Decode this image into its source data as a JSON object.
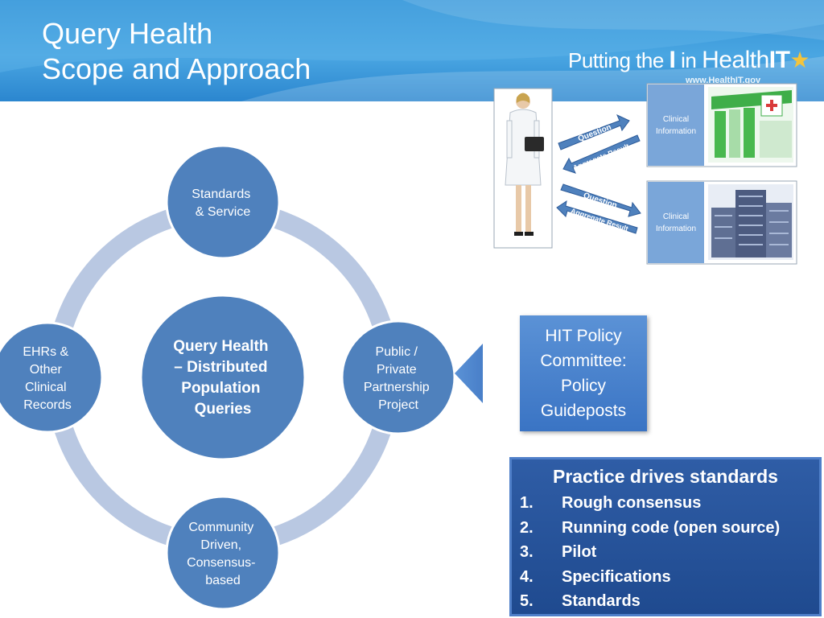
{
  "header": {
    "title_line1": "Query Health",
    "title_line2": "Scope and Approach"
  },
  "logo": {
    "pre": "Putting the ",
    "i": "I",
    "mid": " in ",
    "health": "Health",
    "it": "IT",
    "url": "www.HealthIT.gov"
  },
  "cycle": {
    "center": [
      "Query Health",
      "– Distributed",
      "Population",
      "Queries"
    ],
    "nodes": [
      {
        "lines": [
          "Standards",
          "& Service"
        ]
      },
      {
        "lines": [
          "Public /",
          "Private",
          "Partnership",
          "Project"
        ]
      },
      {
        "lines": [
          "Community",
          "Driven,",
          "Consensus-",
          "based"
        ]
      },
      {
        "lines": [
          "EHRs &",
          "Other",
          "Clinical",
          "Records"
        ]
      }
    ]
  },
  "policy_box": {
    "line1": "HIT Policy",
    "line2": "Committee:",
    "line3": "Policy",
    "line4": "Guideposts"
  },
  "practice": {
    "title": "Practice drives standards",
    "items": [
      {
        "num": "1.",
        "text": "Rough consensus"
      },
      {
        "num": "2.",
        "text": "Running code (open source)"
      },
      {
        "num": "3.",
        "text": "Pilot"
      },
      {
        "num": "4.",
        "text": "Specifications"
      },
      {
        "num": "5.",
        "text": "Standards"
      }
    ]
  },
  "illustration": {
    "panel1_line1": "Clinical",
    "panel1_line2": "Information",
    "panel2_line1": "Clinical",
    "panel2_line2": "Information",
    "arrow_question": "Question",
    "arrow_result": "Aggregate Result"
  },
  "colors": {
    "node": "#4f81bd",
    "ring": "#b9c8e2",
    "header": "#3a9ad9"
  }
}
